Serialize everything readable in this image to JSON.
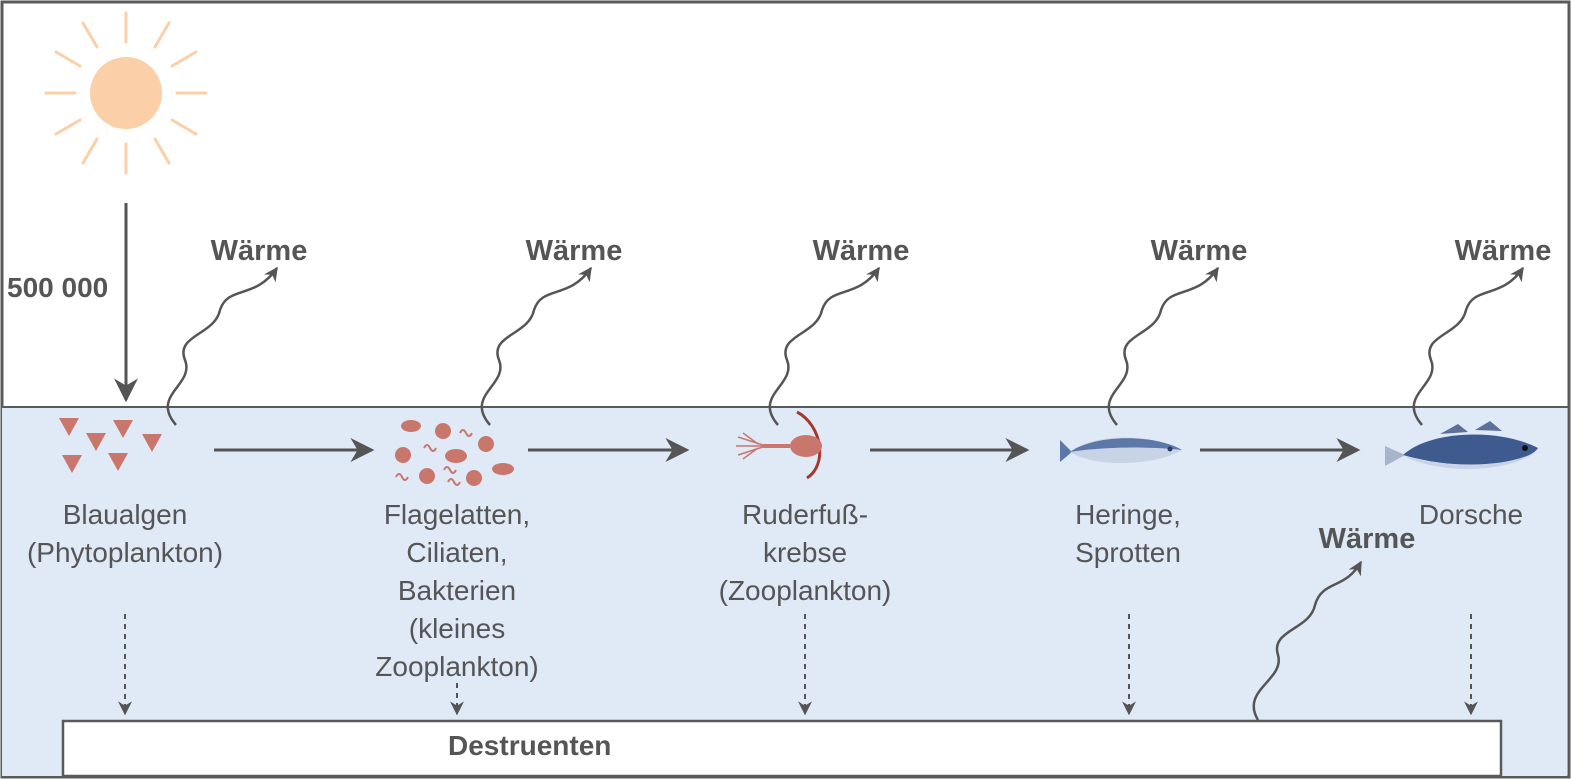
{
  "diagram": {
    "input_energy": "500 000",
    "heat_label": "Wärme",
    "decomposers": "Destruenten",
    "organisms": [
      {
        "id": "blaualgen",
        "lines": [
          "Blaualgen",
          "(Phytoplankton)"
        ]
      },
      {
        "id": "flagelatten",
        "lines": [
          "Flagelatten,",
          "Ciliaten,",
          "Bakterien",
          "(kleines",
          "Zooplankton)"
        ]
      },
      {
        "id": "ruderfuss",
        "lines": [
          "Ruderfuß-",
          "krebse",
          "(Zooplankton)"
        ]
      },
      {
        "id": "heringe",
        "lines": [
          "Heringe,",
          "Sprotten"
        ]
      },
      {
        "id": "dorsche",
        "lines": [
          "Dorsche"
        ]
      }
    ],
    "colors": {
      "sun": "#fbcfa8",
      "water": "#e0e9f6",
      "outline": "#5a5a5a",
      "arrow": "#555555",
      "plankton": "#c9776d",
      "fish": "#5b78a8"
    },
    "icons": [
      "sun-icon",
      "algae-icon",
      "protozoa-icon",
      "copepod-icon",
      "herring-icon",
      "cod-icon"
    ]
  }
}
